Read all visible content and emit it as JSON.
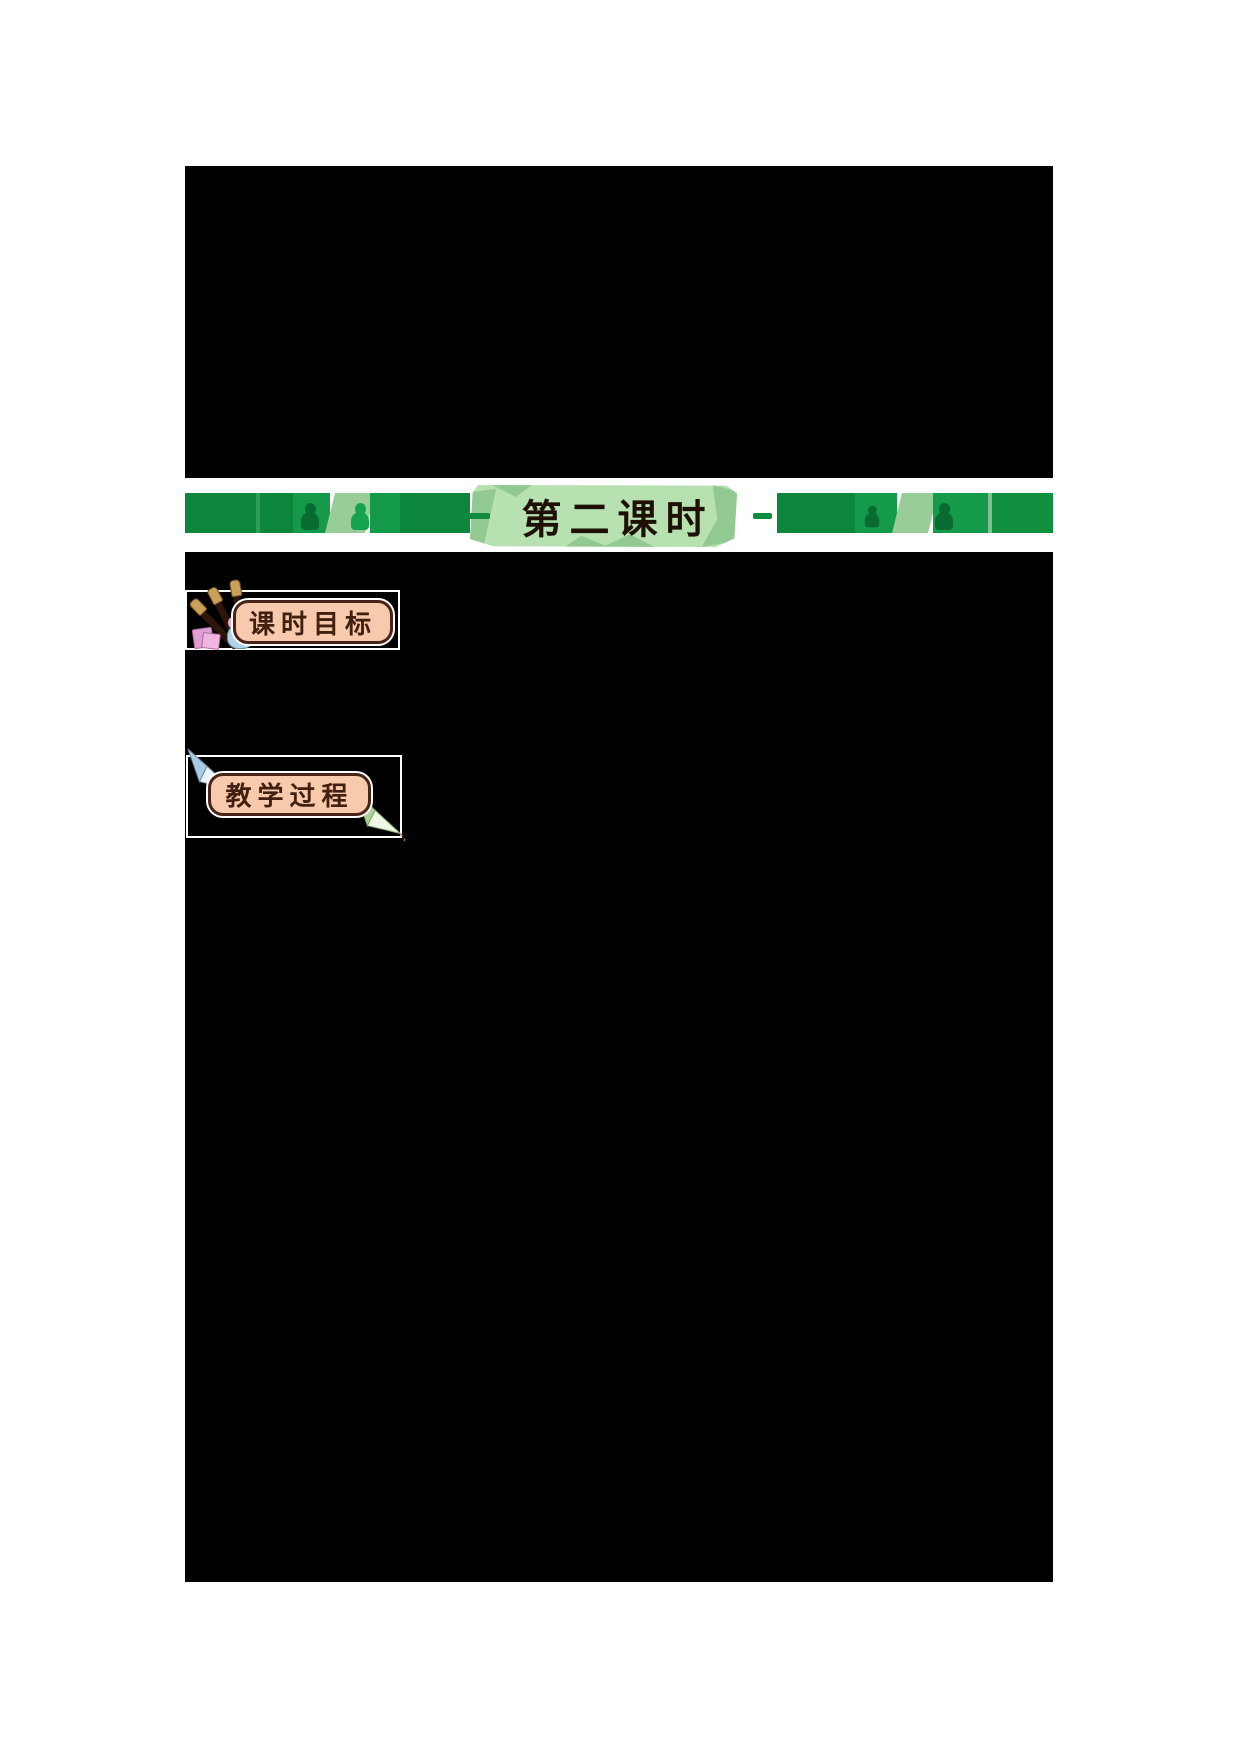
{
  "document_type": "lesson-plan page (content redacted to black blocks)",
  "banner": {
    "section_title": "第二课时",
    "decoration": "green patchwork strip with penguin silhouettes and torn-paper title box"
  },
  "badges": {
    "goals": {
      "label": "课时目标",
      "icons": [
        "paintbrushes-icon",
        "sticky-notes-icon",
        "cat-icon"
      ]
    },
    "process": {
      "label": "教学过程",
      "icons": [
        "paper-airplane-blue-icon",
        "paper-airplane-green-icon"
      ]
    }
  },
  "colors": {
    "page_background": "#ffffff",
    "redacted_block": "#000000",
    "banner_dark_green": "#0c863c",
    "banner_bright_green": "#149a4a",
    "banner_sage_green": "#98cc98",
    "title_box_fill": "#b7e1b1",
    "title_box_shade": "#92c992",
    "title_text": "#1f1006",
    "pill_fill": "#f7c9ad",
    "pill_border": "#4a2318",
    "badge_outline": "#ffffff"
  }
}
